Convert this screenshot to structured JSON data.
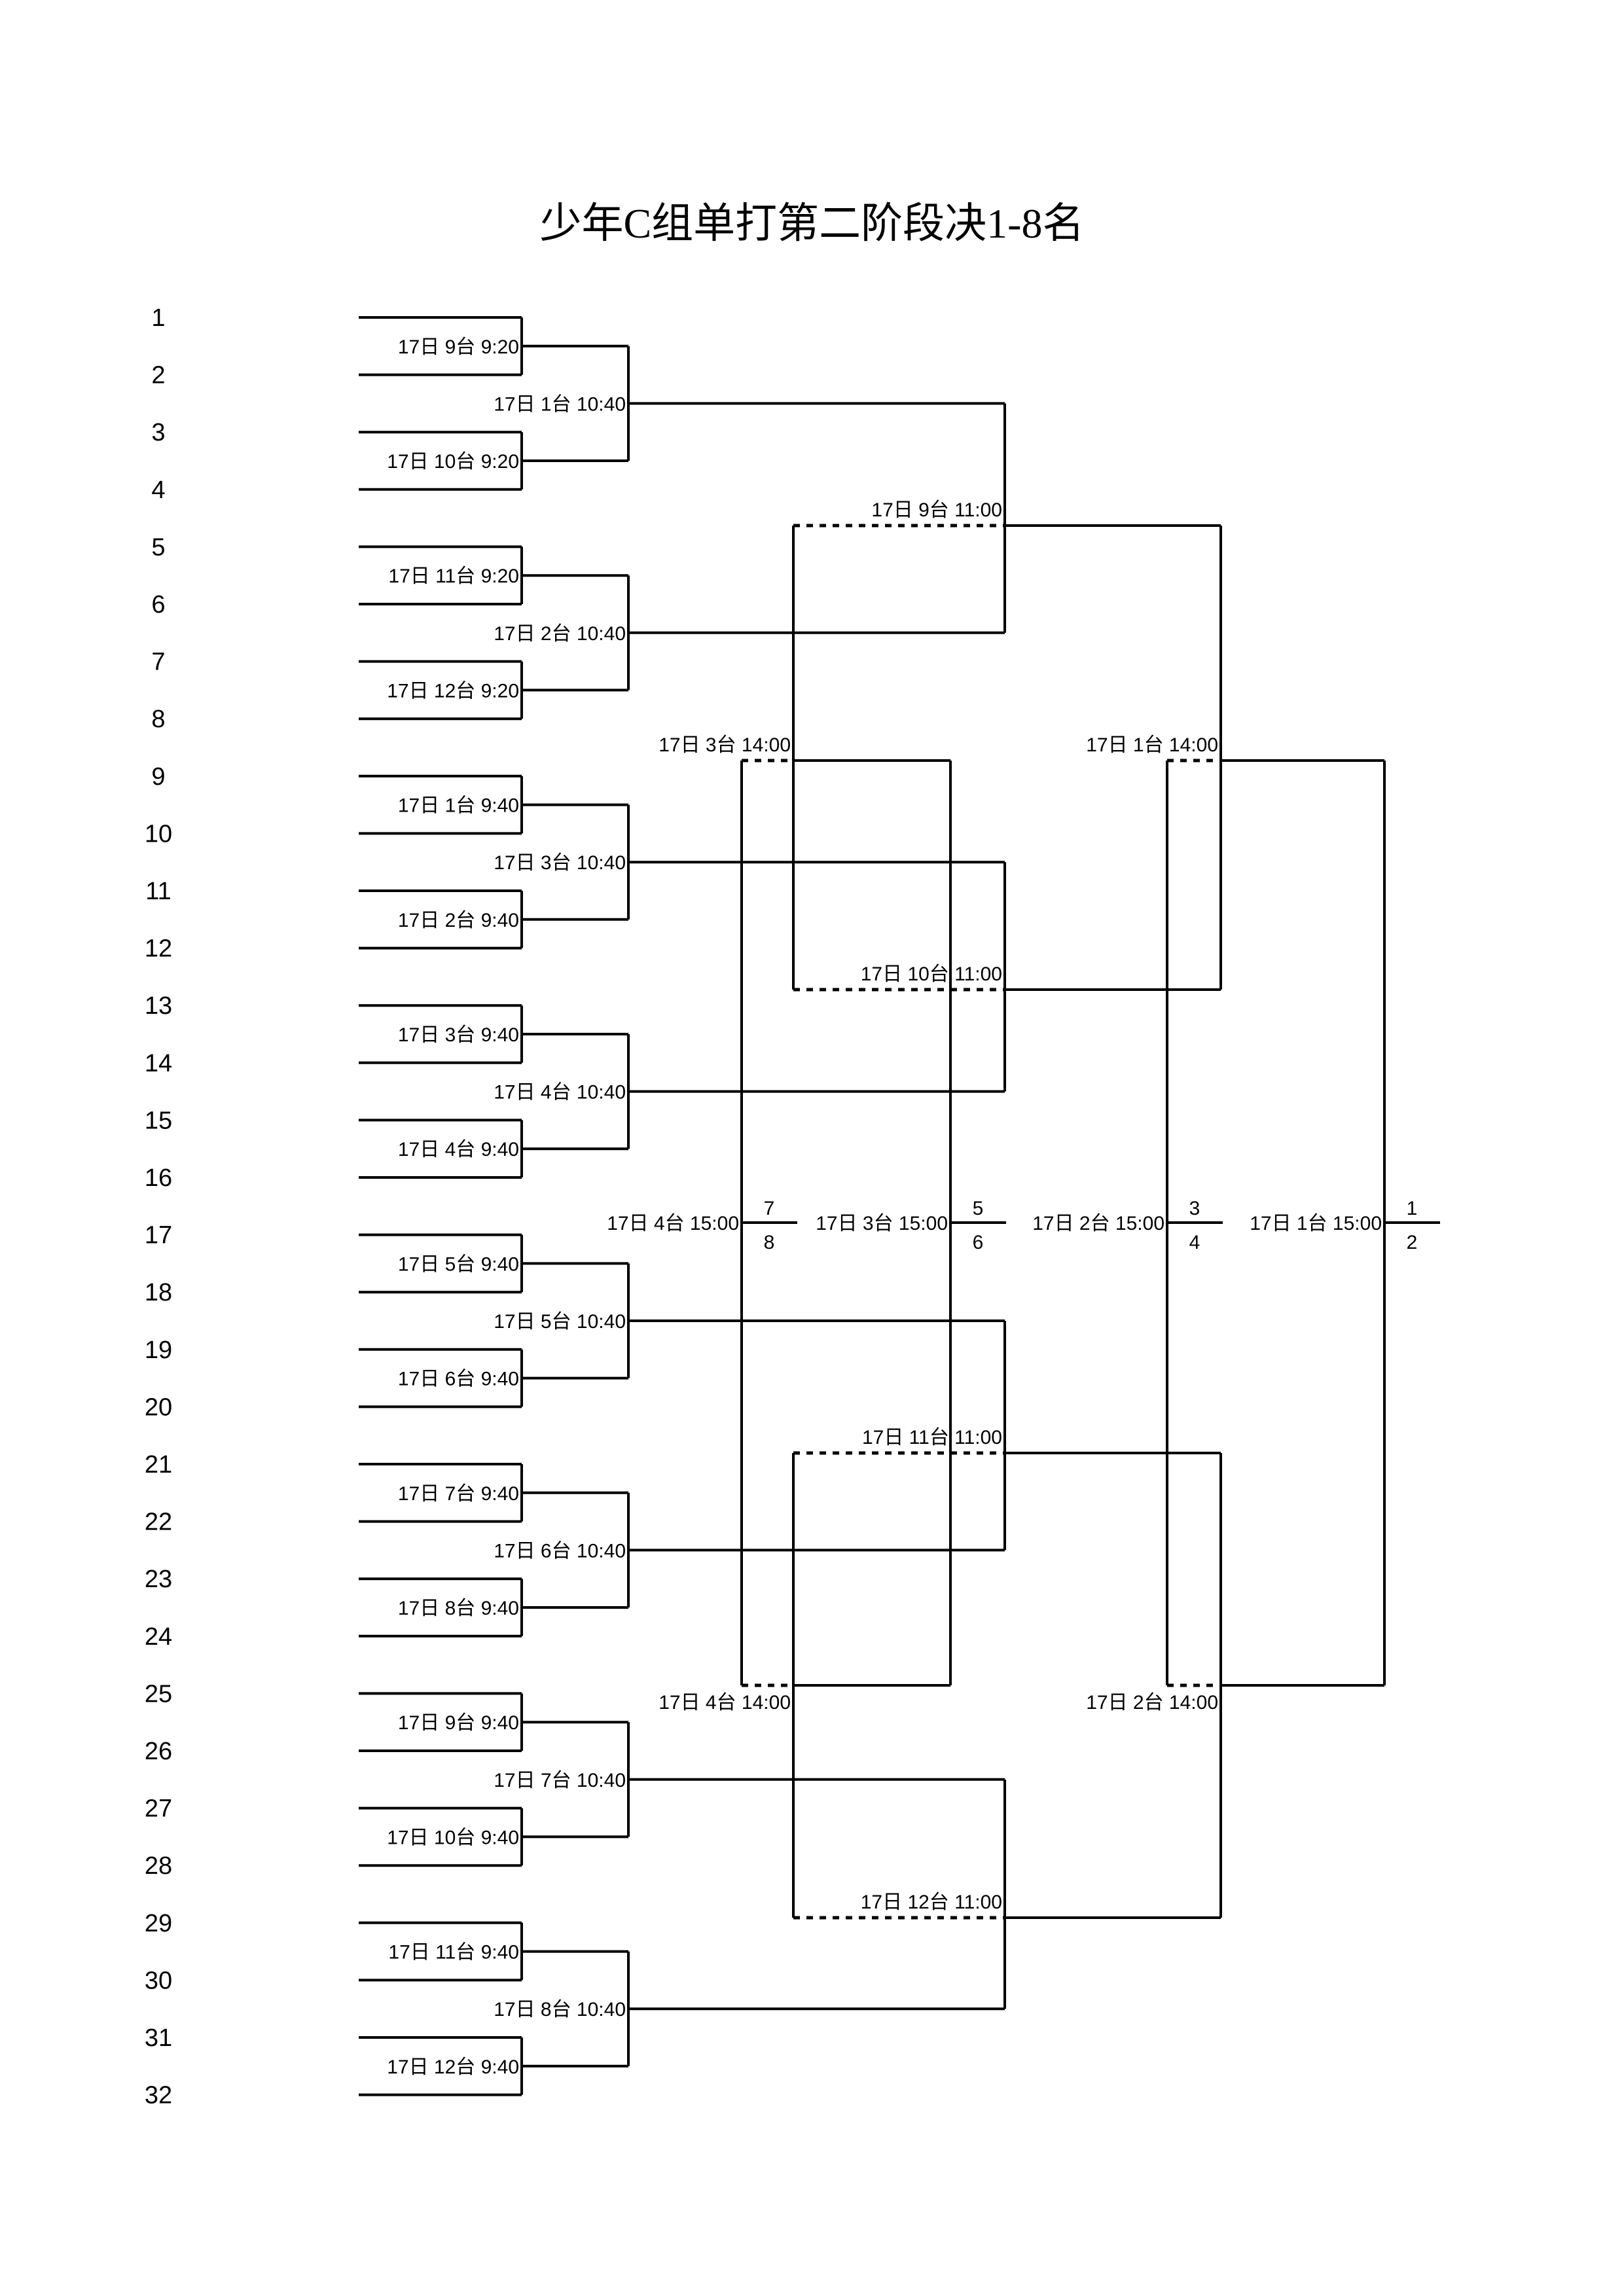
{
  "title": "少年C组单打第二阶段决1-8名",
  "seeds": [
    "1",
    "2",
    "3",
    "4",
    "5",
    "6",
    "7",
    "8",
    "9",
    "10",
    "11",
    "12",
    "13",
    "14",
    "15",
    "16",
    "17",
    "18",
    "19",
    "20",
    "21",
    "22",
    "23",
    "24",
    "25",
    "26",
    "27",
    "28",
    "29",
    "30",
    "31",
    "32"
  ],
  "round1": [
    "17日 9台 9:20",
    "17日 10台 9:20",
    "17日 11台 9:20",
    "17日 12台 9:20",
    "17日 1台 9:40",
    "17日 2台 9:40",
    "17日 3台 9:40",
    "17日 4台 9:40",
    "17日 5台 9:40",
    "17日 6台 9:40",
    "17日 7台 9:40",
    "17日 8台 9:40",
    "17日 9台 9:40",
    "17日 10台 9:40",
    "17日 11台 9:40",
    "17日 12台 9:40"
  ],
  "round2": [
    "17日 1台 10:40",
    "17日 2台 10:40",
    "17日 3台 10:40",
    "17日 4台 10:40",
    "17日 5台 10:40",
    "17日 6台 10:40",
    "17日 7台 10:40",
    "17日 8台 10:40"
  ],
  "round3": [
    "17日 9台 11:00",
    "17日 10台 11:00",
    "17日 11台 11:00",
    "17日 12台 11:00"
  ],
  "playoff_14": {
    "top": "17日 3台 14:00",
    "bottom": "17日 4台 14:00"
  },
  "semis": {
    "top": "17日 1台 14:00",
    "bottom": "17日 2台 14:00"
  },
  "finals": [
    {
      "label": "17日 4台 15:00",
      "upper": "7",
      "lower": "8"
    },
    {
      "label": "17日 3台 15:00",
      "upper": "5",
      "lower": "6"
    },
    {
      "label": "17日 2台 15:00",
      "upper": "3",
      "lower": "4"
    },
    {
      "label": "17日 1台 15:00",
      "upper": "1",
      "lower": "2"
    }
  ]
}
